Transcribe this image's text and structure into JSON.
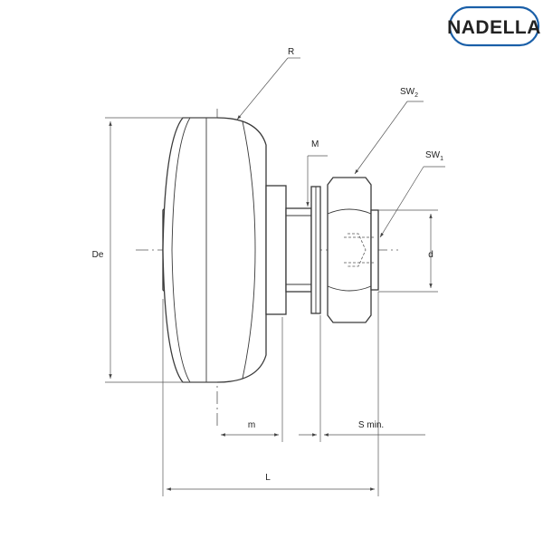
{
  "brand": {
    "name": "NADELLA",
    "color": "#1a5fa8"
  },
  "labels": {
    "R": "R",
    "SW2": {
      "main": "SW",
      "sub": "2"
    },
    "SW1": {
      "main": "SW",
      "sub": "1"
    },
    "M": "M",
    "De": "De",
    "d": "d",
    "m": "m",
    "S_min": "S min.",
    "L": "L"
  }
}
